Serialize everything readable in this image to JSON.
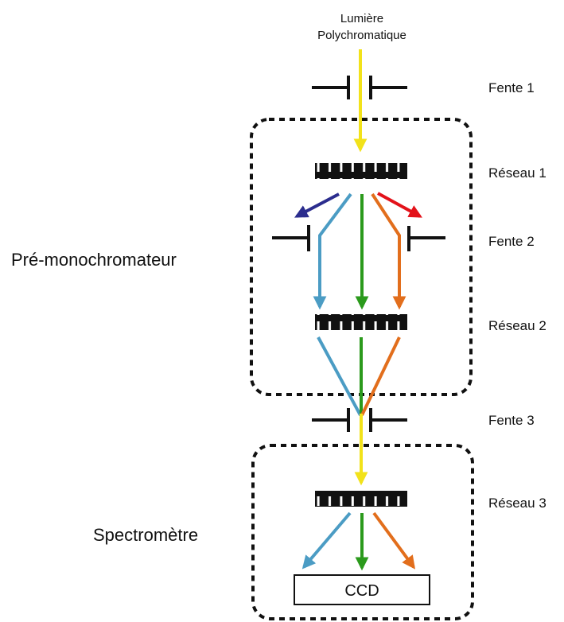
{
  "source": {
    "line1": "Lumière",
    "line2": "Polychromatique"
  },
  "labels": {
    "fente1": "Fente 1",
    "reseau1": "Réseau 1",
    "fente2": "Fente 2",
    "reseau2": "Réseau 2",
    "fente3": "Fente 3",
    "reseau3": "Réseau 3"
  },
  "groups": {
    "premono": "Pré-monochromateur",
    "spectro": "Spectromètre"
  },
  "detector": {
    "label": "CCD"
  },
  "colors": {
    "polychromatic": "#f2e21a",
    "violet": "#2b2d8e",
    "blue": "#4b9cc4",
    "green": "#2b9a1c",
    "orange": "#e26e1c",
    "red": "#e3121a",
    "black": "#111111"
  }
}
